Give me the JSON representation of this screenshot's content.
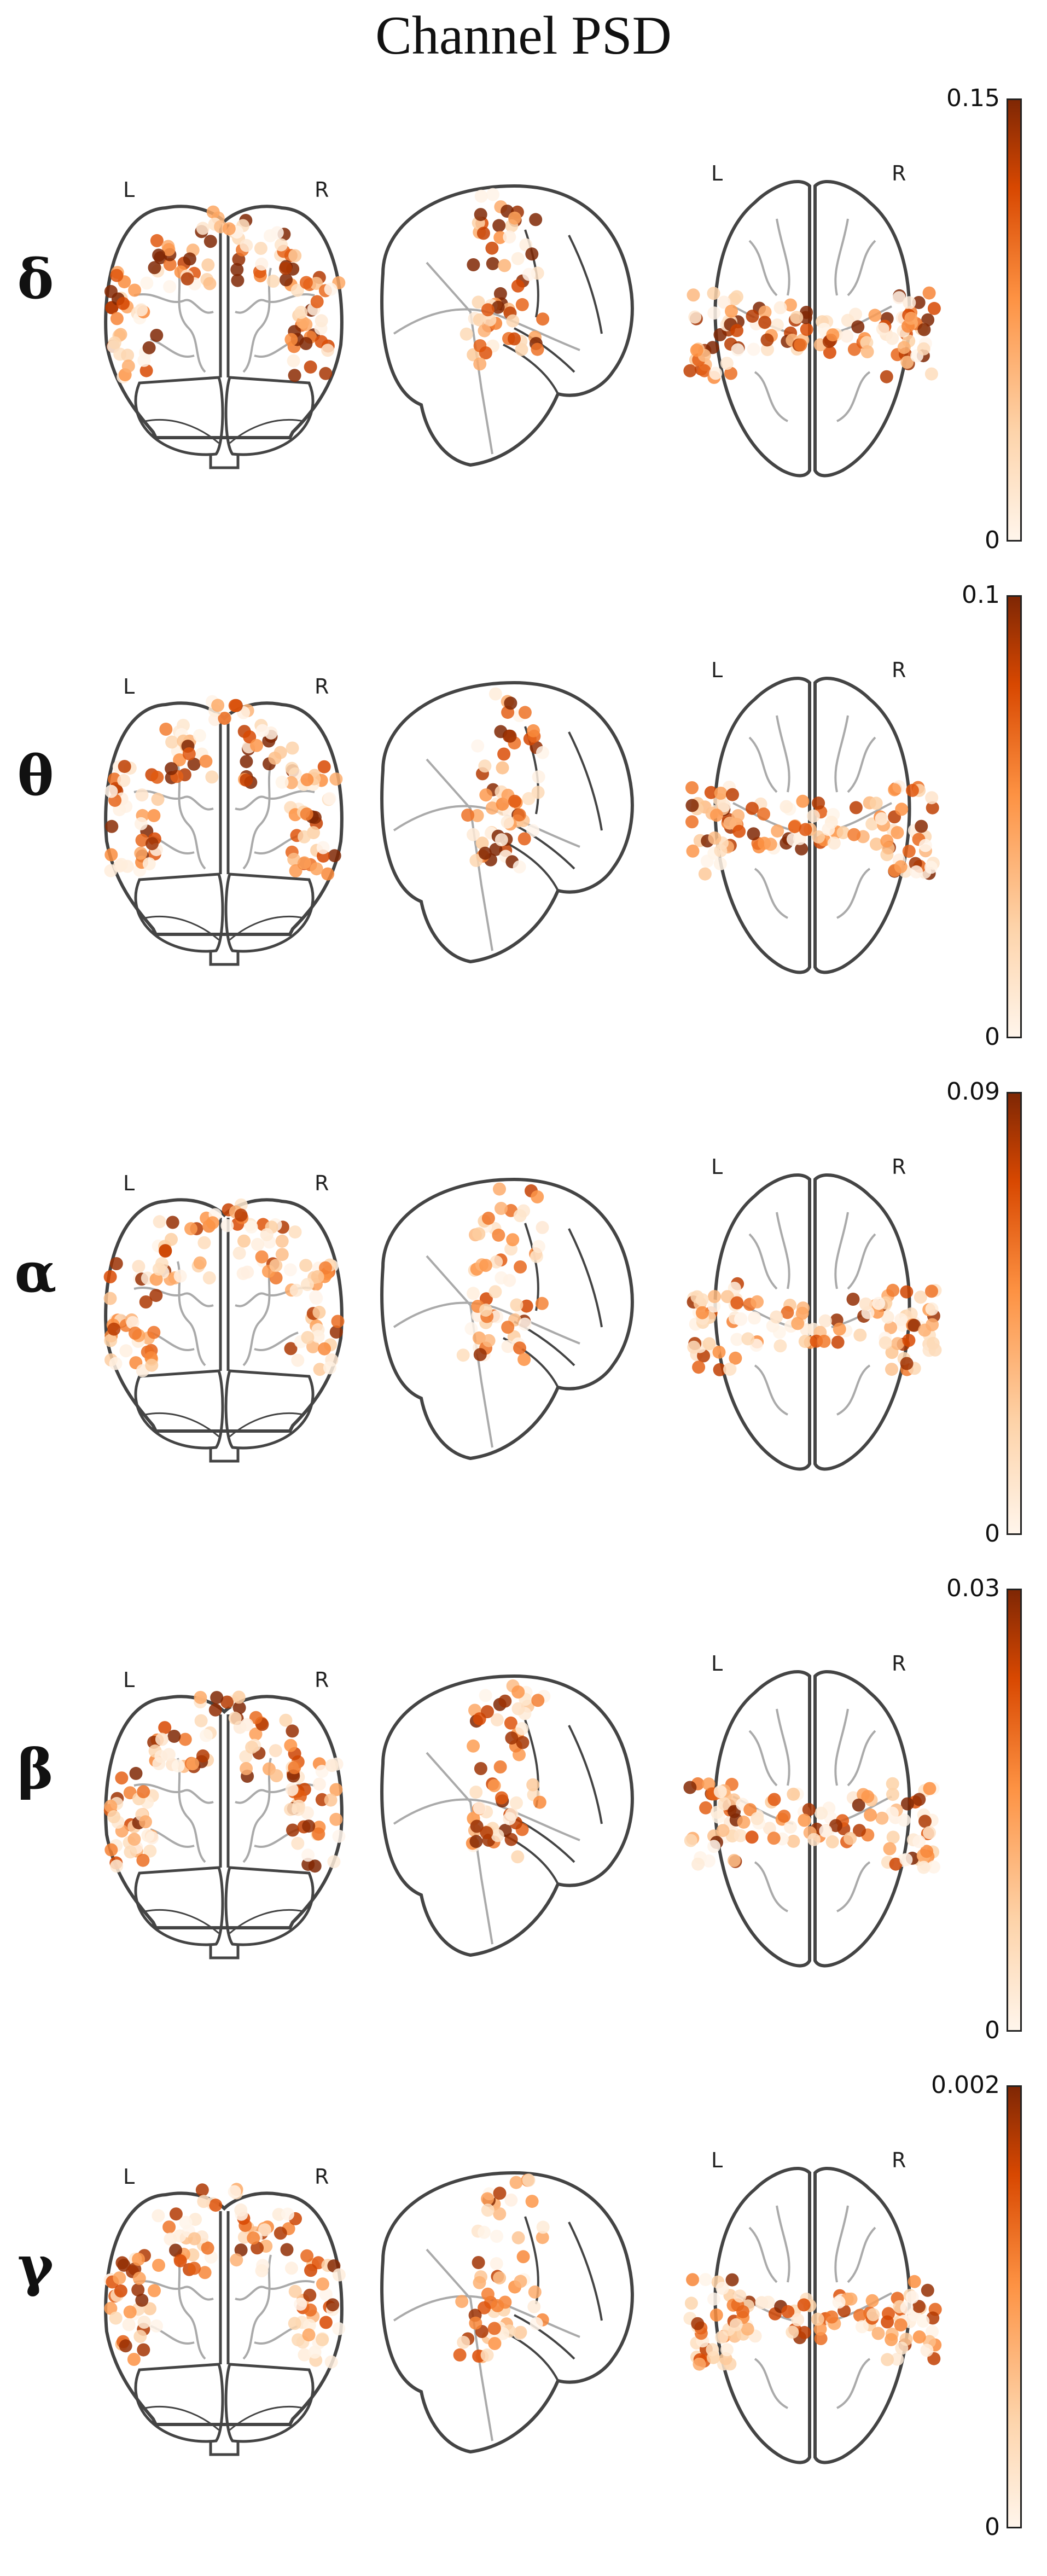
{
  "title": "Channel PSD",
  "orientation_labels": {
    "left": "L",
    "right": "R"
  },
  "colormap": {
    "low": "#fff5eb",
    "mid": "#fd9243",
    "high": "#7f2704"
  },
  "panels": [
    {
      "band": "δ",
      "colorbar_max": "0.15",
      "colorbar_min": "0",
      "intensity": 0.65
    },
    {
      "band": "θ",
      "colorbar_max": "0.1",
      "colorbar_min": "0",
      "intensity": 0.6
    },
    {
      "band": "α",
      "colorbar_max": "0.09",
      "colorbar_min": "0",
      "intensity": 0.35
    },
    {
      "band": "β",
      "colorbar_max": "0.03",
      "colorbar_min": "0",
      "intensity": 0.5
    },
    {
      "band": "γ",
      "colorbar_max": "0.002",
      "colorbar_min": "0",
      "intensity": 0.4
    }
  ]
}
